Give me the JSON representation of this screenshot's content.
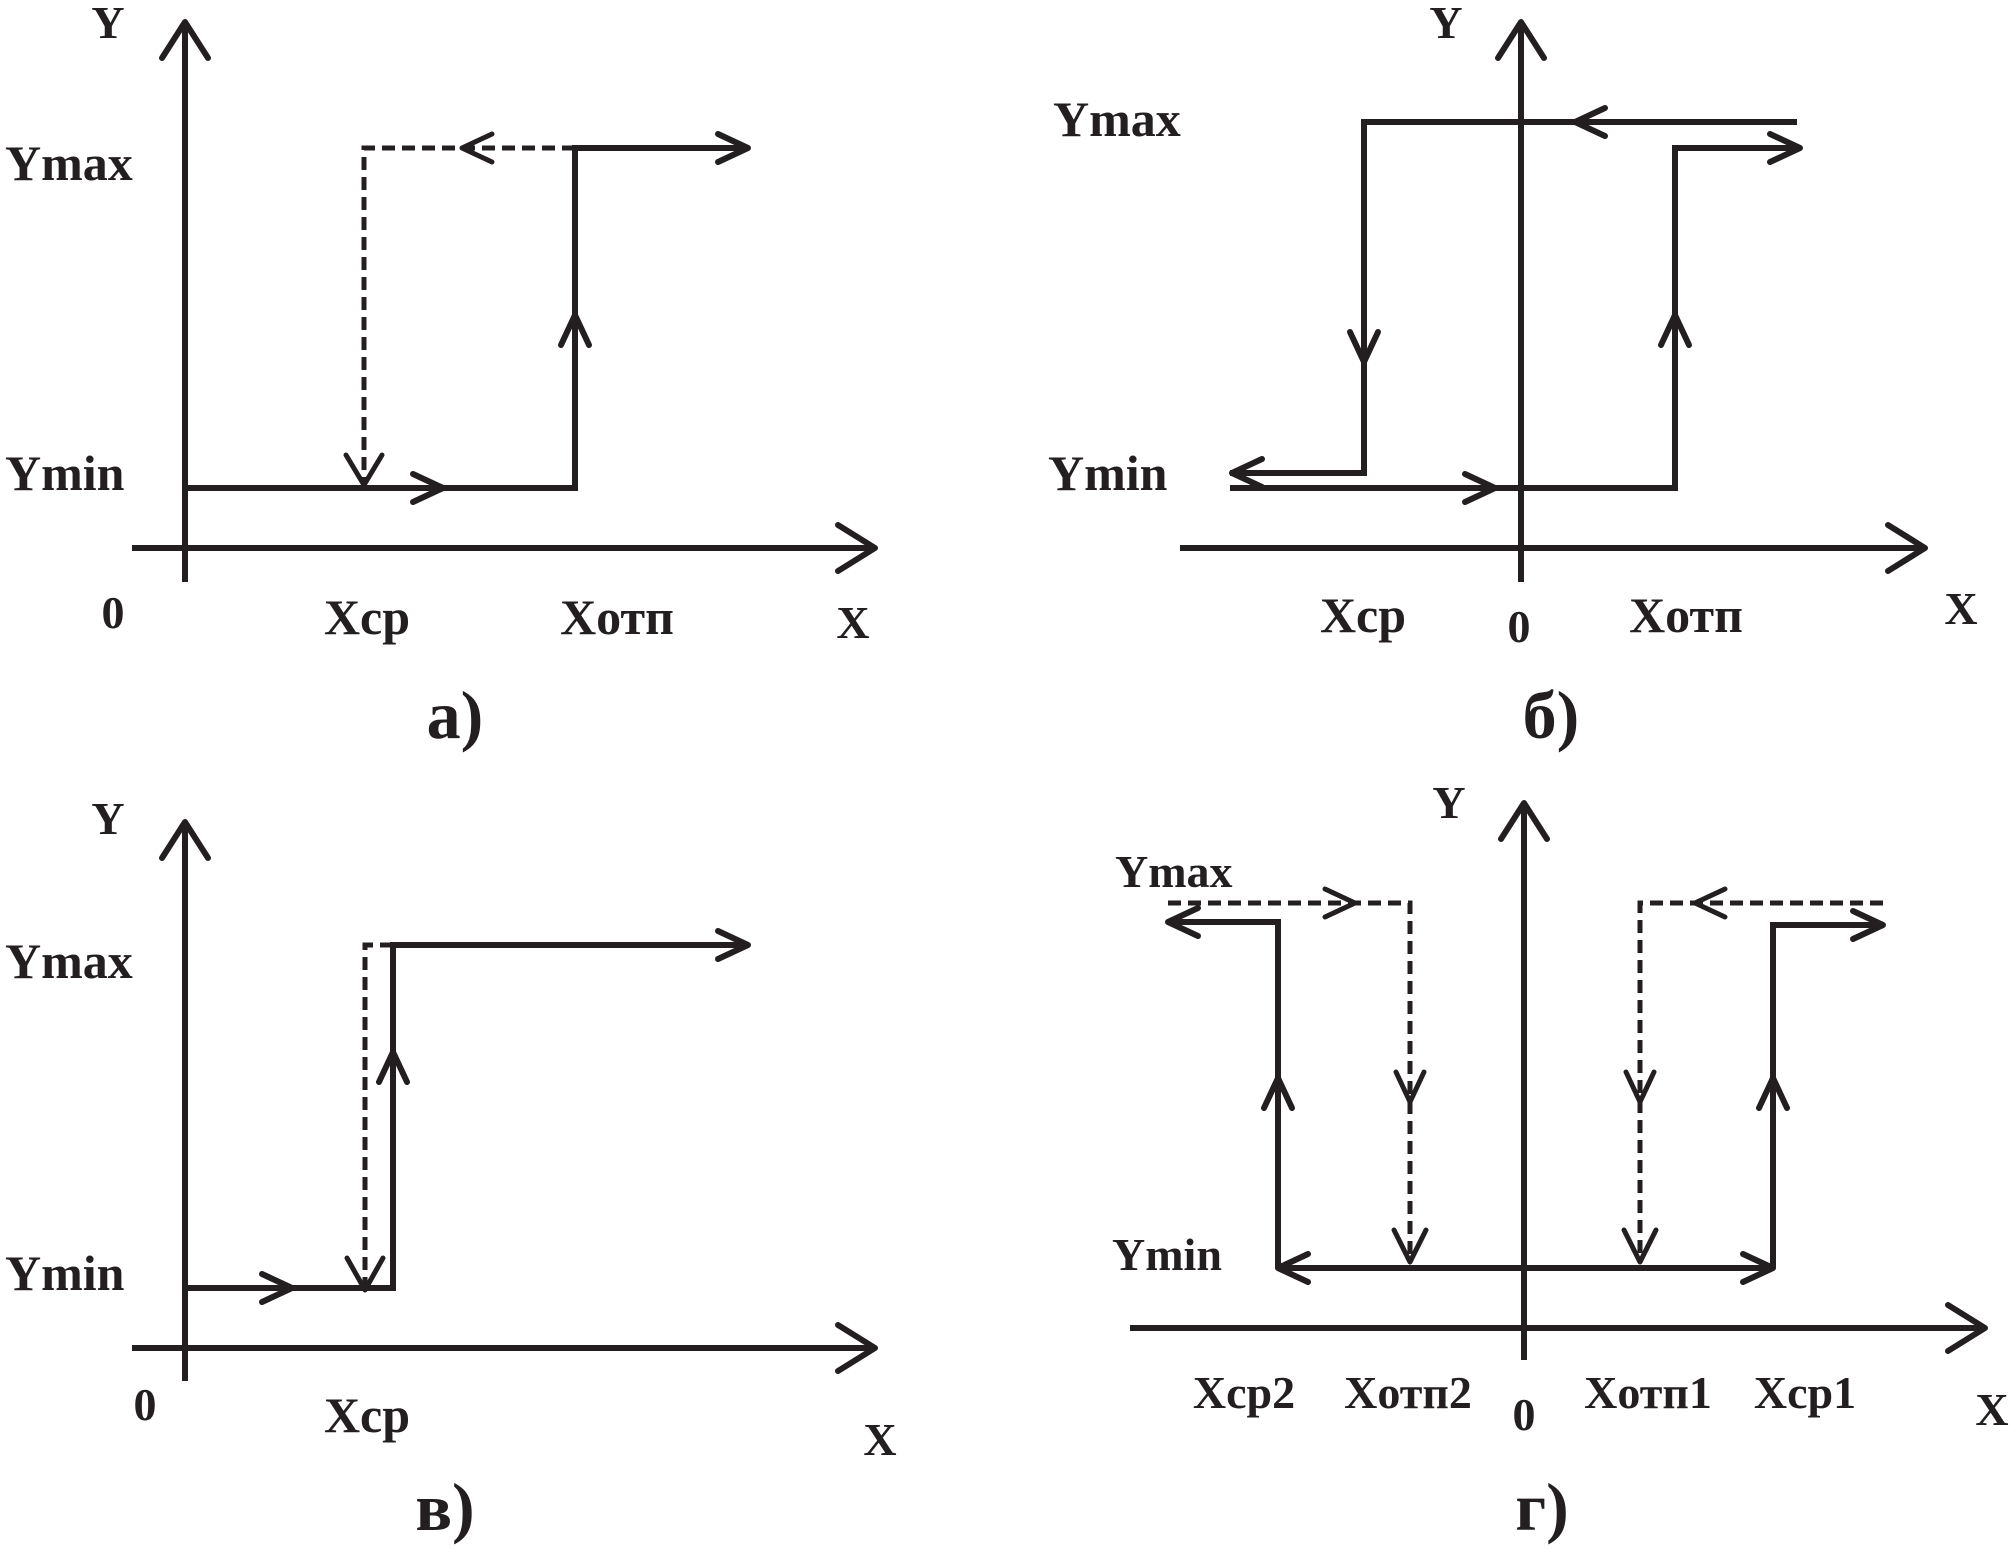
{
  "panels": {
    "a": {
      "label": "а)",
      "axis_y": "Y",
      "axis_x": "X",
      "origin": "0",
      "ymax": "Ymax",
      "ymin": "Ymin",
      "x_ticks": [
        "Xср",
        "Xотп"
      ]
    },
    "b": {
      "label": "б)",
      "axis_y": "Y",
      "axis_x": "X",
      "origin": "0",
      "ymax": "Ymax",
      "ymin": "Ymin",
      "x_ticks": [
        "Xср",
        "Xотп"
      ]
    },
    "v": {
      "label": "в)",
      "axis_y": "Y",
      "axis_x": "X",
      "origin": "0",
      "ymax": "Ymax",
      "ymin": "Ymin",
      "x_ticks": [
        "Xср"
      ]
    },
    "g": {
      "label": "г)",
      "axis_y": "Y",
      "axis_x": "X",
      "origin": "0",
      "ymax": "Ymax",
      "ymin": "Ymin",
      "x_ticks": [
        "Xср2",
        "Xотп2",
        "Xотп1",
        "Xср1"
      ]
    }
  }
}
